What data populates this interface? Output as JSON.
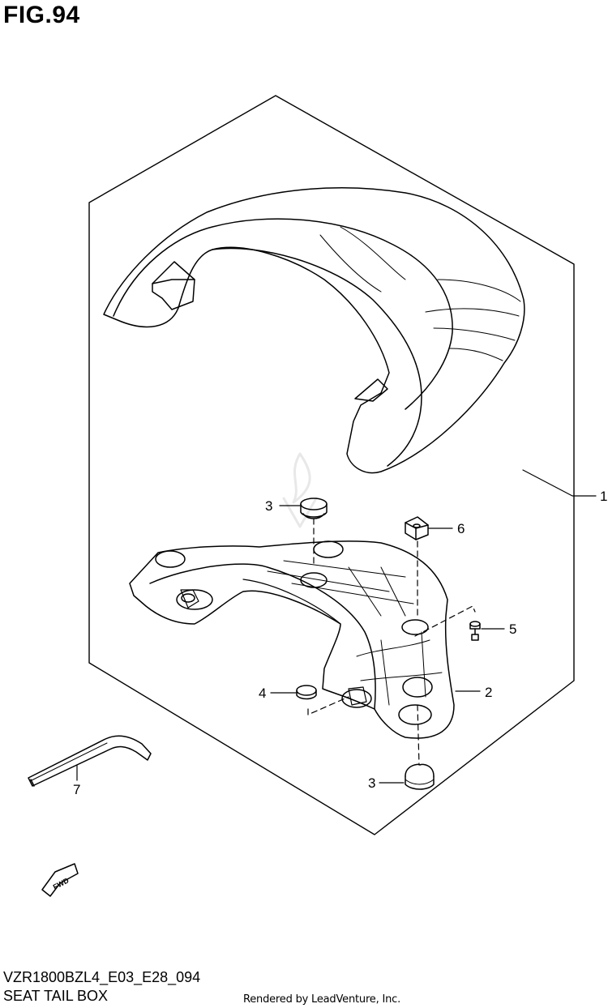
{
  "figure": {
    "title": "FIG.94"
  },
  "callouts": [
    {
      "id": "c1",
      "number": "1"
    },
    {
      "id": "c2",
      "number": "2"
    },
    {
      "id": "c3a",
      "number": "3"
    },
    {
      "id": "c3b",
      "number": "3"
    },
    {
      "id": "c4",
      "number": "4"
    },
    {
      "id": "c5",
      "number": "5"
    },
    {
      "id": "c6",
      "number": "6"
    },
    {
      "id": "c7",
      "number": "7"
    }
  ],
  "fwd_label": "FWD",
  "footer": {
    "model_code": "VZR1800BZL4_E03_E28_094",
    "section_name": "SEAT TAIL BOX",
    "renderer": "Rendered by LeadVenture, Inc."
  }
}
